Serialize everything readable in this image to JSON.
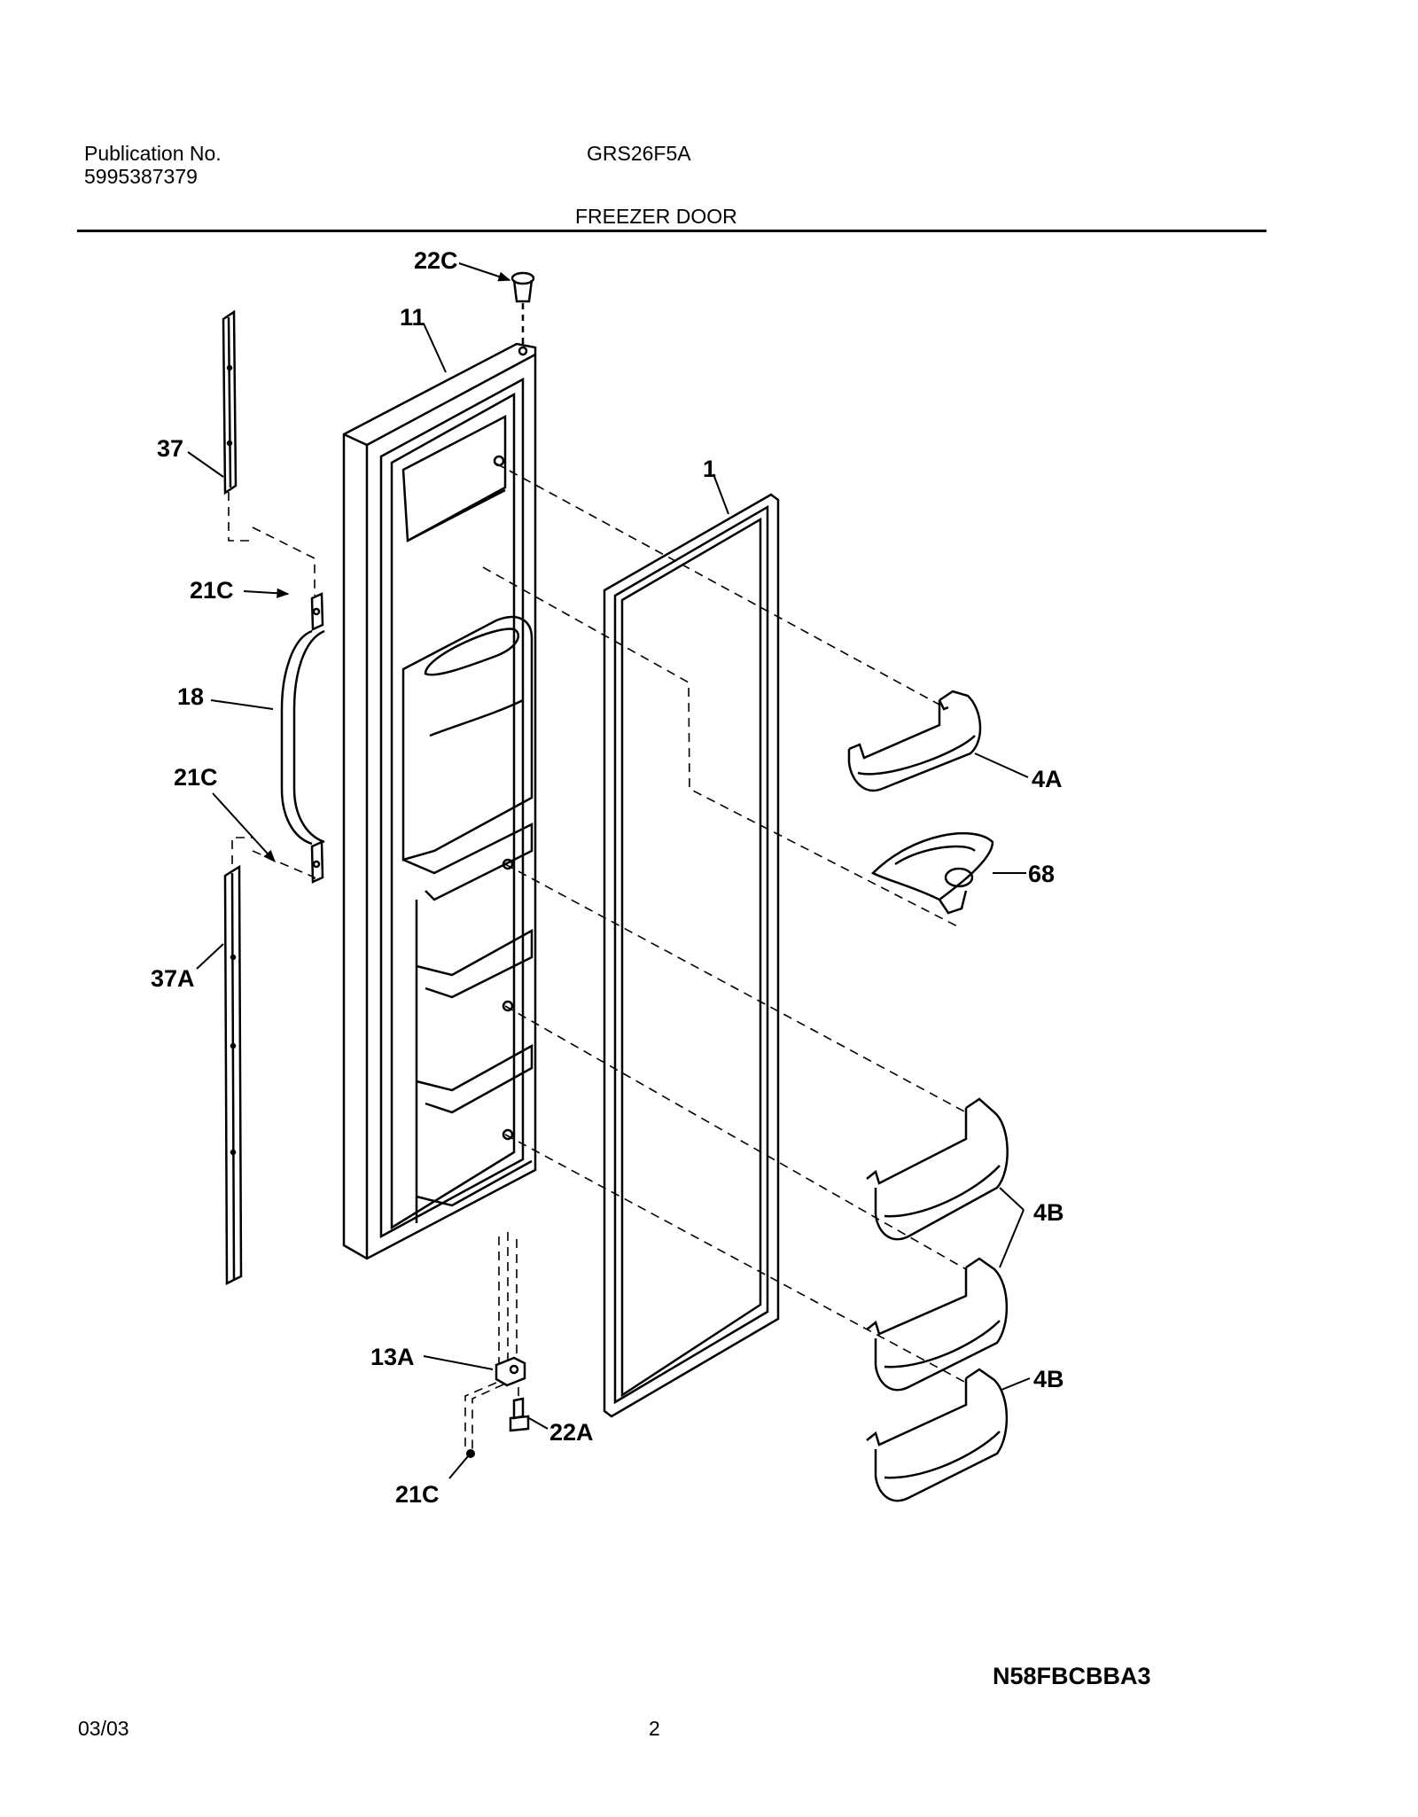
{
  "header": {
    "publication_label": "Publication No.",
    "publication_number": "5995387379",
    "model": "GRS26F5A",
    "section_title": "FREEZER DOOR"
  },
  "callouts": {
    "c22C": "22C",
    "c11": "11",
    "c37": "37",
    "c1": "1",
    "c21C_top": "21C",
    "c18": "18",
    "c21C_mid": "21C",
    "c4A": "4A",
    "c68": "68",
    "c37A": "37A",
    "c4B_a": "4B",
    "c4B_b": "4B",
    "c13A": "13A",
    "c22A": "22A",
    "c21C_bottom": "21C"
  },
  "footer": {
    "diagram_code": "N58FBCBBA3",
    "date": "03/03",
    "page_number": "2"
  }
}
